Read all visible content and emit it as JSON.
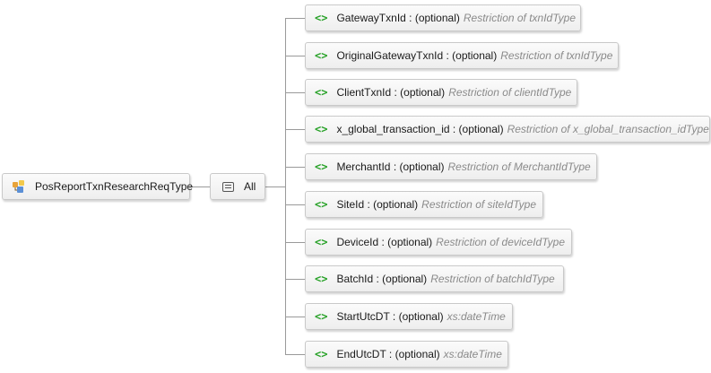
{
  "root": {
    "icon": "complex-type-icon",
    "label": "PosReportTxnResearchReqType"
  },
  "compositor": {
    "icon": "all-compositor-icon",
    "label": "All"
  },
  "elements": [
    {
      "name": "GatewayTxnId : (optional)",
      "type": "Restriction of txnIdType"
    },
    {
      "name": "OriginalGatewayTxnId : (optional)",
      "type": "Restriction of txnIdType"
    },
    {
      "name": "ClientTxnId : (optional)",
      "type": "Restriction of clientIdType"
    },
    {
      "name": "x_global_transaction_id : (optional)",
      "type": "Restriction of x_global_transaction_idType"
    },
    {
      "name": "MerchantId : (optional)",
      "type": "Restriction of MerchantIdType"
    },
    {
      "name": "SiteId : (optional)",
      "type": "Restriction of siteIdType"
    },
    {
      "name": "DeviceId : (optional)",
      "type": "Restriction of deviceIdType"
    },
    {
      "name": "BatchId : (optional)",
      "type": "Restriction of batchIdType"
    },
    {
      "name": "StartUtcDT : (optional)",
      "type": "xs:dateTime"
    },
    {
      "name": "EndUtcDT : (optional)",
      "type": "xs:dateTime"
    }
  ],
  "element_icon_glyph": "<>",
  "colors": {
    "element_icon": "#26a126",
    "type_text": "#8a8a8a",
    "connector": "#9a9a9a"
  }
}
